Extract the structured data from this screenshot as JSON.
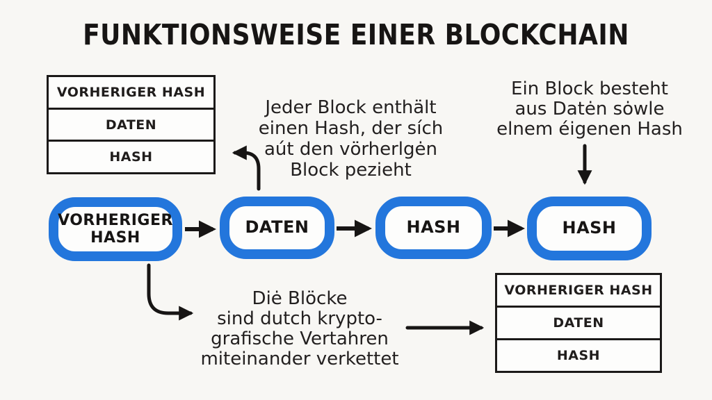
{
  "title": "FUNKTIONSWEISE EINER BLOCKCHAIN",
  "colors": {
    "background": "#f8f7f4",
    "chain_block_border": "#2376DC",
    "ink": "#1b1918"
  },
  "top_left_block": {
    "rows": [
      "VORHERIGER HASH",
      "DATEN",
      "HASH"
    ]
  },
  "bottom_right_block": {
    "rows": [
      "VORHERIGER HASH",
      "DATEN",
      "HASH"
    ]
  },
  "chain": {
    "blocks": [
      "VORHERIGER HASH",
      "DATEN",
      "HASH",
      "HASH"
    ]
  },
  "annotations": {
    "top_middle": {
      "line1": "Jeder Block enthält",
      "line2": "einen Hash, der sích",
      "line3": "aút den vörherlgėn",
      "line4": "Block pezieht"
    },
    "top_right": {
      "line1": "Ein Block besteht",
      "line2": "aus Datėn sȯwle",
      "line3": "elnem éigenen Hash"
    },
    "bottom_middle": {
      "line1": "Diė Blöcke",
      "line2": "sind dutch krypto-",
      "line3": "grafische Vertahren",
      "line4": "miteinander verkettet"
    }
  }
}
